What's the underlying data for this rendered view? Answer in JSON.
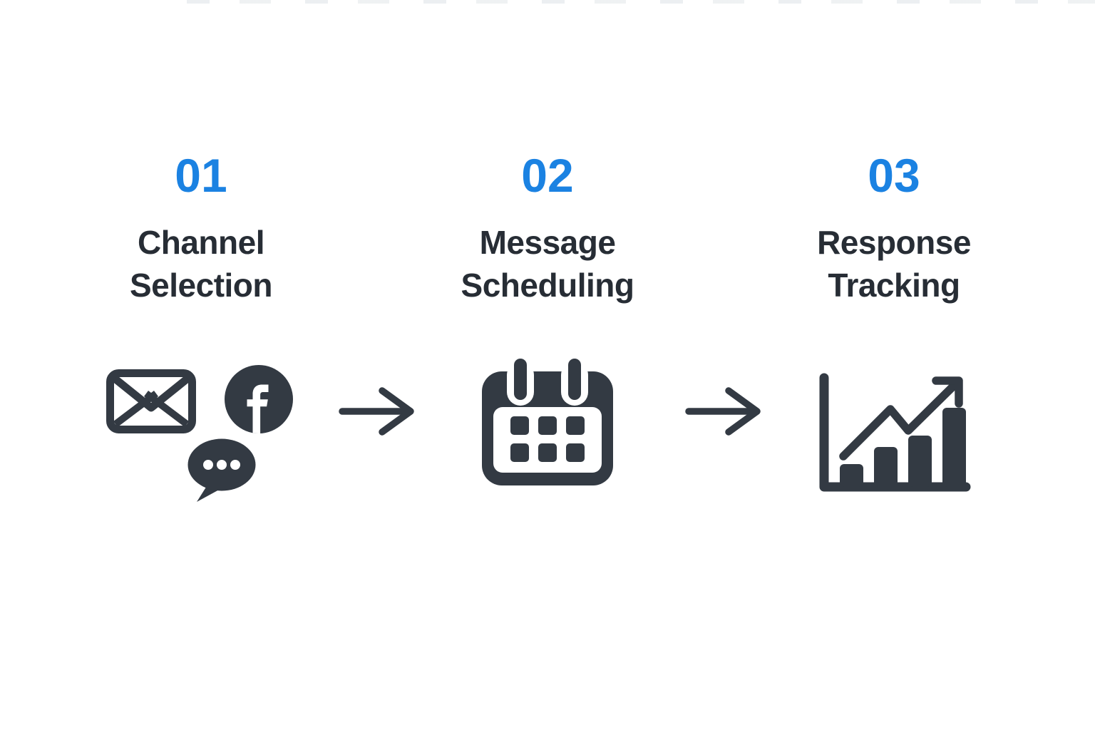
{
  "diagram": {
    "type": "process-flow",
    "background_color": "#ffffff",
    "accent_color": "#1b82e2",
    "icon_color": "#333a43",
    "text_color": "#272d35"
  },
  "steps": [
    {
      "number": "01",
      "title": "Channel Selection",
      "icons": [
        "envelope-icon",
        "facebook-icon",
        "chat-bubble-icon"
      ]
    },
    {
      "number": "02",
      "title": "Message Scheduling",
      "icons": [
        "calendar-icon"
      ]
    },
    {
      "number": "03",
      "title": "Response Tracking",
      "icons": [
        "bar-chart-icon"
      ]
    }
  ],
  "connectors": [
    {
      "icon": "arrow-right-icon"
    },
    {
      "icon": "arrow-right-icon"
    }
  ]
}
